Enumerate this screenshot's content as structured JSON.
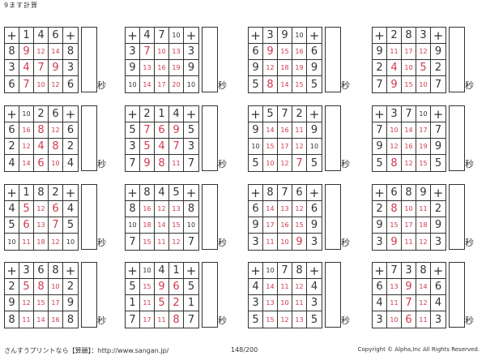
{
  "title": "9ます計算",
  "sec_label": "秒",
  "footer": {
    "left": "さんすうプリントなら【算願】：http://www.sangan.jp/",
    "center": "148/200",
    "right": "Copyright © Alpha,Inc All Rights Reserved."
  },
  "colors": {
    "answer": "#d0384d",
    "text": "#333333"
  },
  "puzzles": [
    {
      "top": [
        1,
        4,
        6
      ],
      "left": [
        8,
        3,
        6
      ],
      "grid": [
        [
          9,
          12,
          14
        ],
        [
          4,
          7,
          9
        ],
        [
          7,
          10,
          12
        ]
      ]
    },
    {
      "top": [
        4,
        7,
        10
      ],
      "left": [
        3,
        9,
        10
      ],
      "grid": [
        [
          7,
          10,
          13
        ],
        [
          13,
          16,
          19
        ],
        [
          14,
          17,
          20
        ]
      ]
    },
    {
      "top": [
        3,
        9,
        10
      ],
      "left": [
        6,
        9,
        5
      ],
      "grid": [
        [
          9,
          15,
          16
        ],
        [
          12,
          18,
          19
        ],
        [
          8,
          14,
          15
        ]
      ]
    },
    {
      "top": [
        2,
        8,
        3
      ],
      "left": [
        9,
        2,
        7
      ],
      "grid": [
        [
          11,
          17,
          12
        ],
        [
          4,
          10,
          5
        ],
        [
          9,
          15,
          10
        ]
      ]
    },
    {
      "top": [
        10,
        2,
        6
      ],
      "left": [
        6,
        2,
        4
      ],
      "grid": [
        [
          16,
          8,
          12
        ],
        [
          12,
          4,
          8
        ],
        [
          14,
          6,
          10
        ]
      ]
    },
    {
      "top": [
        2,
        1,
        4
      ],
      "left": [
        5,
        3,
        7
      ],
      "grid": [
        [
          7,
          6,
          9
        ],
        [
          5,
          4,
          7
        ],
        [
          9,
          8,
          11
        ]
      ]
    },
    {
      "top": [
        5,
        7,
        2
      ],
      "left": [
        9,
        10,
        5
      ],
      "grid": [
        [
          14,
          16,
          11
        ],
        [
          15,
          17,
          12
        ],
        [
          10,
          12,
          7
        ]
      ]
    },
    {
      "top": [
        3,
        7,
        10
      ],
      "left": [
        7,
        9,
        5
      ],
      "grid": [
        [
          10,
          14,
          17
        ],
        [
          12,
          16,
          19
        ],
        [
          8,
          12,
          15
        ]
      ]
    },
    {
      "top": [
        1,
        8,
        2
      ],
      "left": [
        4,
        5,
        10
      ],
      "grid": [
        [
          5,
          12,
          6
        ],
        [
          6,
          13,
          7
        ],
        [
          11,
          18,
          12
        ]
      ]
    },
    {
      "top": [
        8,
        4,
        5
      ],
      "left": [
        8,
        10,
        7
      ],
      "grid": [
        [
          16,
          12,
          13
        ],
        [
          18,
          14,
          15
        ],
        [
          15,
          11,
          12
        ]
      ]
    },
    {
      "top": [
        8,
        7,
        6
      ],
      "left": [
        6,
        9,
        3
      ],
      "grid": [
        [
          14,
          13,
          12
        ],
        [
          17,
          16,
          15
        ],
        [
          11,
          10,
          9
        ]
      ]
    },
    {
      "top": [
        6,
        8,
        9
      ],
      "left": [
        2,
        9,
        3
      ],
      "grid": [
        [
          8,
          10,
          11
        ],
        [
          15,
          17,
          18
        ],
        [
          9,
          11,
          12
        ]
      ]
    },
    {
      "top": [
        3,
        6,
        8
      ],
      "left": [
        2,
        9,
        8
      ],
      "grid": [
        [
          5,
          8,
          10
        ],
        [
          12,
          15,
          17
        ],
        [
          11,
          14,
          16
        ]
      ]
    },
    {
      "top": [
        10,
        4,
        1
      ],
      "left": [
        5,
        1,
        7
      ],
      "grid": [
        [
          15,
          9,
          6
        ],
        [
          11,
          5,
          2
        ],
        [
          17,
          11,
          8
        ]
      ]
    },
    {
      "top": [
        10,
        7,
        8
      ],
      "left": [
        4,
        3,
        5
      ],
      "grid": [
        [
          14,
          11,
          12
        ],
        [
          13,
          10,
          11
        ],
        [
          15,
          12,
          13
        ]
      ]
    },
    {
      "top": [
        7,
        3,
        8
      ],
      "left": [
        6,
        4,
        3
      ],
      "grid": [
        [
          13,
          9,
          14
        ],
        [
          11,
          7,
          12
        ],
        [
          10,
          6,
          11
        ]
      ]
    }
  ]
}
